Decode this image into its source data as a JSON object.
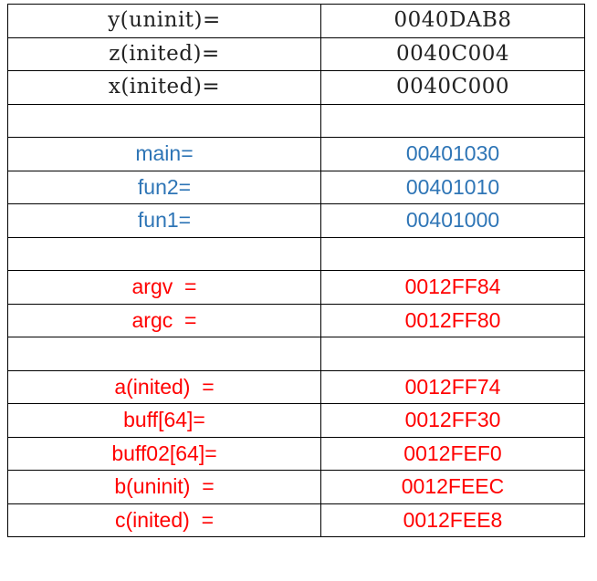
{
  "colors": {
    "data_section": "#222222",
    "function_section": "#2e75b6",
    "stack_section": "#ff0000",
    "border": "#000000"
  },
  "rows": [
    {
      "label": "y(uninit)=",
      "value": "0040DAB8",
      "group": "data"
    },
    {
      "label": "z(inited)=",
      "value": "0040C004",
      "group": "data"
    },
    {
      "label": "x(inited)=",
      "value": "0040C000",
      "group": "data"
    },
    {
      "label": "",
      "value": "",
      "group": "blank"
    },
    {
      "label": "main=",
      "value": "00401030",
      "group": "function"
    },
    {
      "label": "fun2=",
      "value": "00401010",
      "group": "function"
    },
    {
      "label": "fun1=",
      "value": "00401000",
      "group": "function"
    },
    {
      "label": "",
      "value": "",
      "group": "blank"
    },
    {
      "label": "argv  =",
      "value": "0012FF84",
      "group": "stack"
    },
    {
      "label": "argc  =",
      "value": "0012FF80",
      "group": "stack"
    },
    {
      "label": "",
      "value": "",
      "group": "blank"
    },
    {
      "label": "a(inited)  =",
      "value": "0012FF74",
      "group": "stack"
    },
    {
      "label": "buff[64]=",
      "value": "0012FF30",
      "group": "stack"
    },
    {
      "label": "buff02[64]=",
      "value": "0012FEF0",
      "group": "stack"
    },
    {
      "label": "b(uninit)  =",
      "value": "0012FEEC",
      "group": "stack"
    },
    {
      "label": "c(inited)  =",
      "value": "0012FEE8",
      "group": "stack"
    }
  ]
}
